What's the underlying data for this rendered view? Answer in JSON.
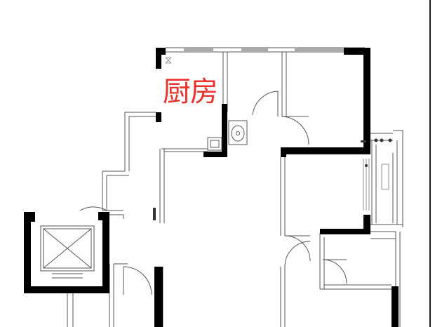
{
  "diagram": {
    "type": "floor-plan",
    "colors": {
      "wall": "#000000",
      "line": "#555555",
      "label": "#e8322b",
      "background": "#ffffff"
    }
  },
  "rooms": [
    {
      "id": "kitchen",
      "label": "厨房"
    }
  ],
  "fixtures": [
    {
      "id": "elevator",
      "icon": "elevator-shaft-icon"
    },
    {
      "id": "washbasin",
      "icon": "washbasin-icon"
    },
    {
      "id": "kitchen-stove",
      "icon": "stove-icon"
    }
  ]
}
